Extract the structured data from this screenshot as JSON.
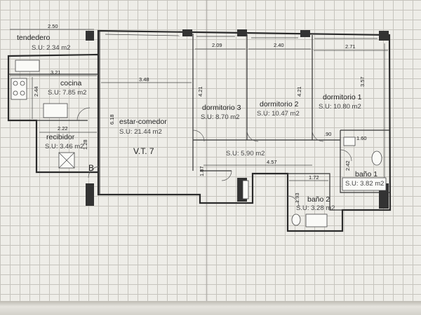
{
  "rooms": {
    "tendedero": {
      "name": "tendedero",
      "area": "S.U: 2.34 m2"
    },
    "cocina": {
      "name": "cocina",
      "area": "S.U: 7.85 m2"
    },
    "recibidor": {
      "name": "recibidor",
      "area": "S.U: 3.46 m2"
    },
    "estar": {
      "name": "estar-comedor",
      "area": "S.U: 21.44 m2"
    },
    "dorm3": {
      "name": "dormitorio 3",
      "area": "S.U: 8.70 m2"
    },
    "dorm2": {
      "name": "dormitorio 2",
      "area": "S.U: 10.47 m2"
    },
    "dorm1": {
      "name": "dormitorio 1",
      "area": "S.U: 10.80 m2"
    },
    "pasillo": {
      "area": "S.U: 5.90 m2"
    },
    "bano1": {
      "name": "baño 1",
      "area": "S.U: 3.82 m2"
    },
    "bano2": {
      "name": "baño 2",
      "area": "S.U: 3.28 m2"
    }
  },
  "dimensions": {
    "d250": "2.50",
    "d321": "3.21",
    "d244": "2.44",
    "d222": "2.22",
    "d128": "1.28",
    "d348": "3.48",
    "d618": "6.18",
    "d421a": "4.21",
    "d209": "2.09",
    "d240": "2.40",
    "d271": "2.71",
    "d421b": "4.21",
    "d357": "3.57",
    "d090": ".90",
    "d160": "1.60",
    "d457": "4.57",
    "d187": "1.87",
    "d172": "1.72",
    "d242": "2.42",
    "d193": "1.93"
  },
  "labels": {
    "unit": "V.T. 7",
    "marker": "B"
  }
}
